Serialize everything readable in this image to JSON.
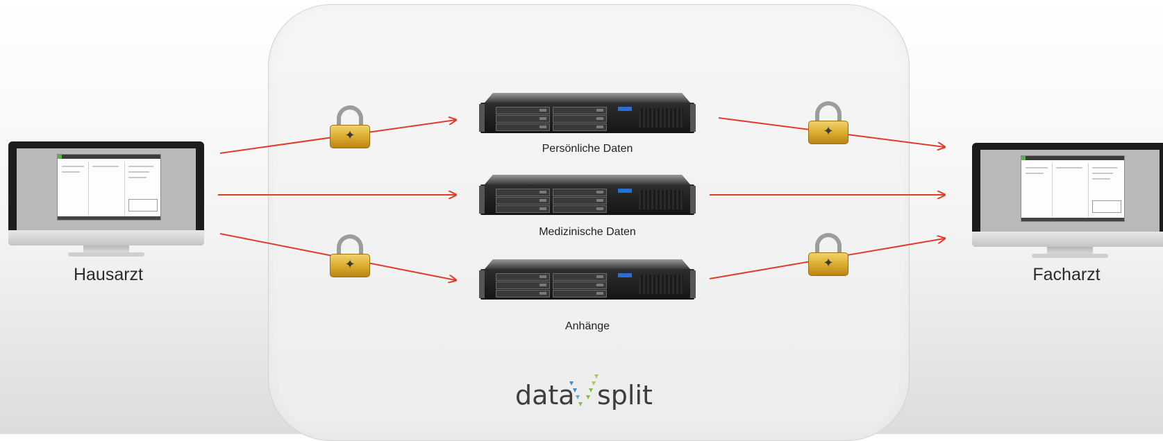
{
  "left_computer": {
    "label": "Hausarzt"
  },
  "right_computer": {
    "label": "Facharzt"
  },
  "servers": [
    {
      "label": "Persönliche Daten",
      "encrypted": true
    },
    {
      "label": "Medizinische Daten",
      "encrypted": false
    },
    {
      "label": "Anhänge",
      "encrypted": true
    }
  ],
  "logo": {
    "part1": "data",
    "part2": "split"
  },
  "colors": {
    "arrow": "#e03b2b",
    "lock_gold": "#d9a92b",
    "logo_blue": "#3a8fd0",
    "logo_green": "#7cc04a"
  },
  "icons": {
    "computer": "monitor-icon",
    "server": "rack-server-icon",
    "lock": "padlock-icon"
  }
}
